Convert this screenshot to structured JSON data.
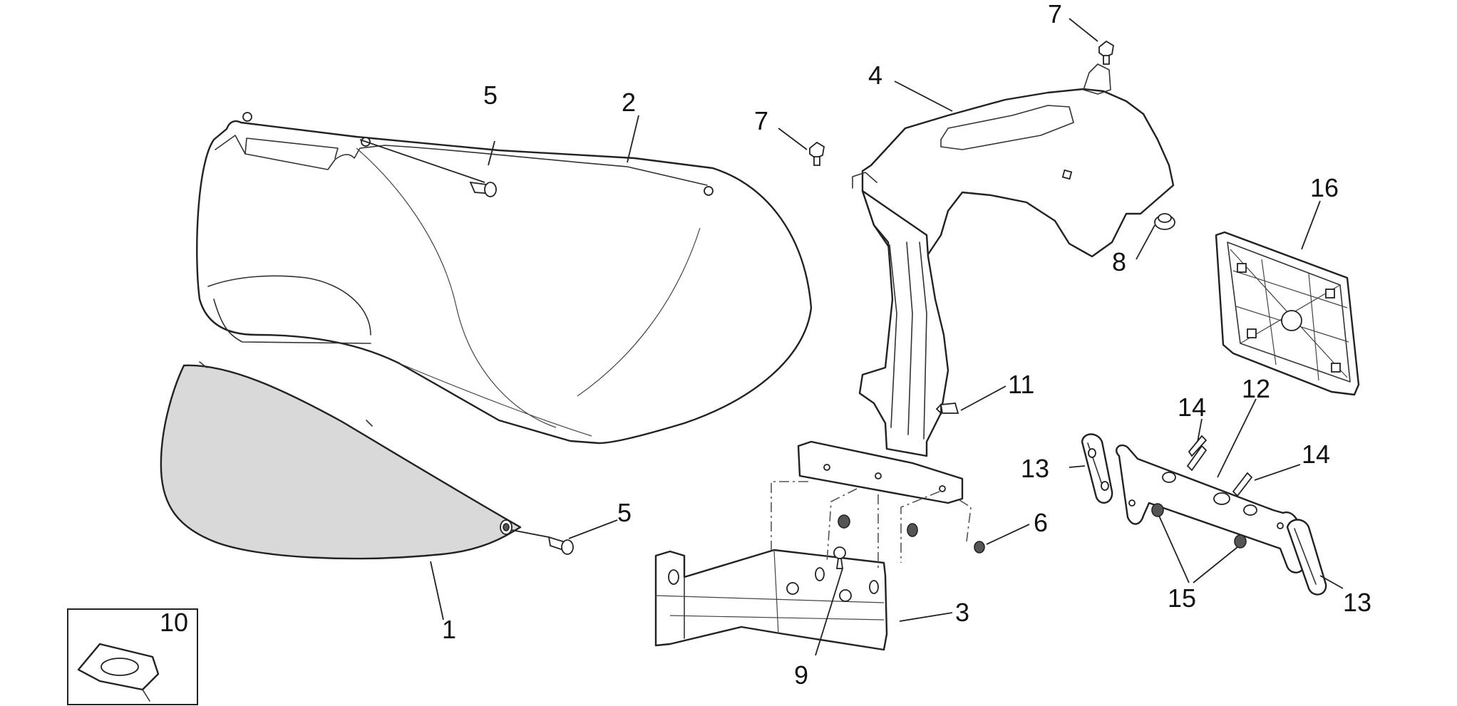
{
  "callouts": [
    {
      "id": "c1",
      "text": "1"
    },
    {
      "id": "c2",
      "text": "2"
    },
    {
      "id": "c3",
      "text": "3"
    },
    {
      "id": "c4",
      "text": "4"
    },
    {
      "id": "c5a",
      "text": "5"
    },
    {
      "id": "c5b",
      "text": "5"
    },
    {
      "id": "c6",
      "text": "6"
    },
    {
      "id": "c7a",
      "text": "7"
    },
    {
      "id": "c7b",
      "text": "7"
    },
    {
      "id": "c8",
      "text": "8"
    },
    {
      "id": "c9",
      "text": "9"
    },
    {
      "id": "c10",
      "text": "10"
    },
    {
      "id": "c11",
      "text": "11"
    },
    {
      "id": "c12",
      "text": "12"
    },
    {
      "id": "c13a",
      "text": "13"
    },
    {
      "id": "c13b",
      "text": "13"
    },
    {
      "id": "c14a",
      "text": "14"
    },
    {
      "id": "c14b",
      "text": "14"
    },
    {
      "id": "c15",
      "text": "15"
    },
    {
      "id": "c16",
      "text": "16"
    }
  ],
  "colors": {
    "line": "#222222",
    "panel_fill": "#d9d9d9",
    "background": "#ffffff"
  }
}
